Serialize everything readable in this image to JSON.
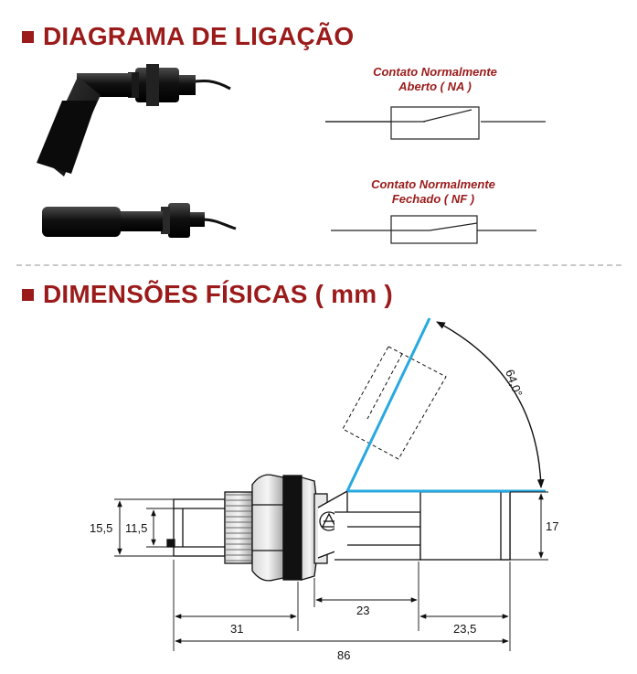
{
  "section1": {
    "title": "DIAGRAMA DE LIGAÇÃO"
  },
  "section2": {
    "title": "DIMENSÕES FÍSICAS ( mm )"
  },
  "contacts": {
    "na": {
      "line1": "Contato Normalmente",
      "line2": "Aberto ( NA )"
    },
    "nf": {
      "line1": "Contato Normalmente",
      "line2": "Fechado ( NF )"
    }
  },
  "dimensions": {
    "height_outer": "15,5",
    "height_inner": "11,5",
    "float_height": "17",
    "arm_length": "23",
    "body_length": "31",
    "float_length": "23,5",
    "total_length": "86",
    "angle": "64,0°"
  },
  "colors": {
    "accent": "#9b1b1b",
    "angle_line": "#29a8e0"
  }
}
